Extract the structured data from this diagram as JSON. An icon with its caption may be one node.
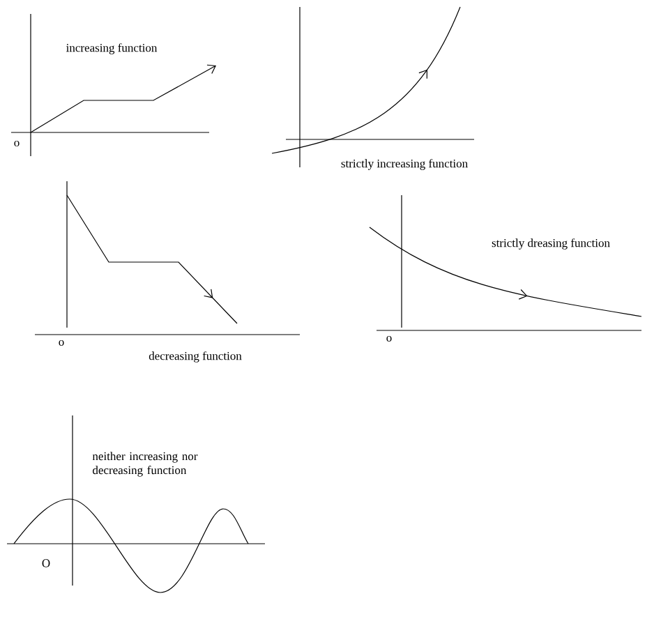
{
  "diagram": {
    "labels": [
      "increasing function",
      "o",
      "strictly increasing function",
      "decreasing function",
      "o",
      "strictly dreasing function",
      "o",
      "neither increasing nor decreasing function",
      "O"
    ]
  }
}
